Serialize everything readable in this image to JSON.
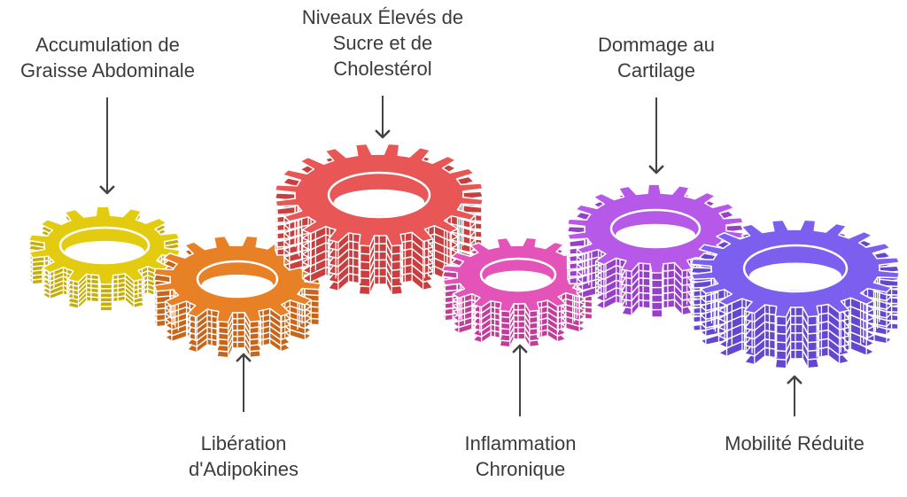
{
  "gears": [
    {
      "id": "gear-accumulation",
      "color": "#e3cc10",
      "side": "#c4ae08"
    },
    {
      "id": "gear-liberation",
      "color": "#e88126",
      "side": "#c7661a"
    },
    {
      "id": "gear-niveaux",
      "color": "#e85656",
      "side": "#c93f3f"
    },
    {
      "id": "gear-inflammation",
      "color": "#e454b8",
      "side": "#c23c9a"
    },
    {
      "id": "gear-dommage",
      "color": "#b658e8",
      "side": "#9640c8"
    },
    {
      "id": "gear-mobilite",
      "color": "#7d5ff0",
      "side": "#6447d0"
    }
  ],
  "labels": {
    "accumulation": [
      "Accumulation de",
      "Graisse Abdominale"
    ],
    "niveaux": [
      "Niveaux Élevés de",
      "Sucre et de",
      "Cholestérol"
    ],
    "dommage": [
      "Dommage au",
      "Cartilage"
    ],
    "liberation": [
      "Libération",
      "d'Adipokines"
    ],
    "inflammation": [
      "Inflammation",
      "Chronique"
    ],
    "mobilite": [
      "Mobilité Réduite"
    ]
  },
  "colors": {
    "text": "#3f3a3a",
    "arrow": "#444444",
    "hole_outline": "#ffffff"
  }
}
